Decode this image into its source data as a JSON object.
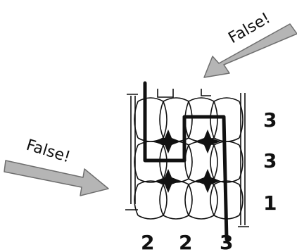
{
  "annotations": {
    "top_right_label": "False!",
    "left_label": "False!"
  },
  "clues": {
    "rows": [
      "3",
      "3",
      "1"
    ],
    "columns": [
      "2",
      "2",
      "3"
    ]
  },
  "grid": {
    "rows": 3,
    "columns": 3
  },
  "colors": {
    "arrow_fill": "#b5b5b5",
    "arrow_stroke": "#6e6e6e",
    "ink": "#111111",
    "background": "#ffffff"
  }
}
